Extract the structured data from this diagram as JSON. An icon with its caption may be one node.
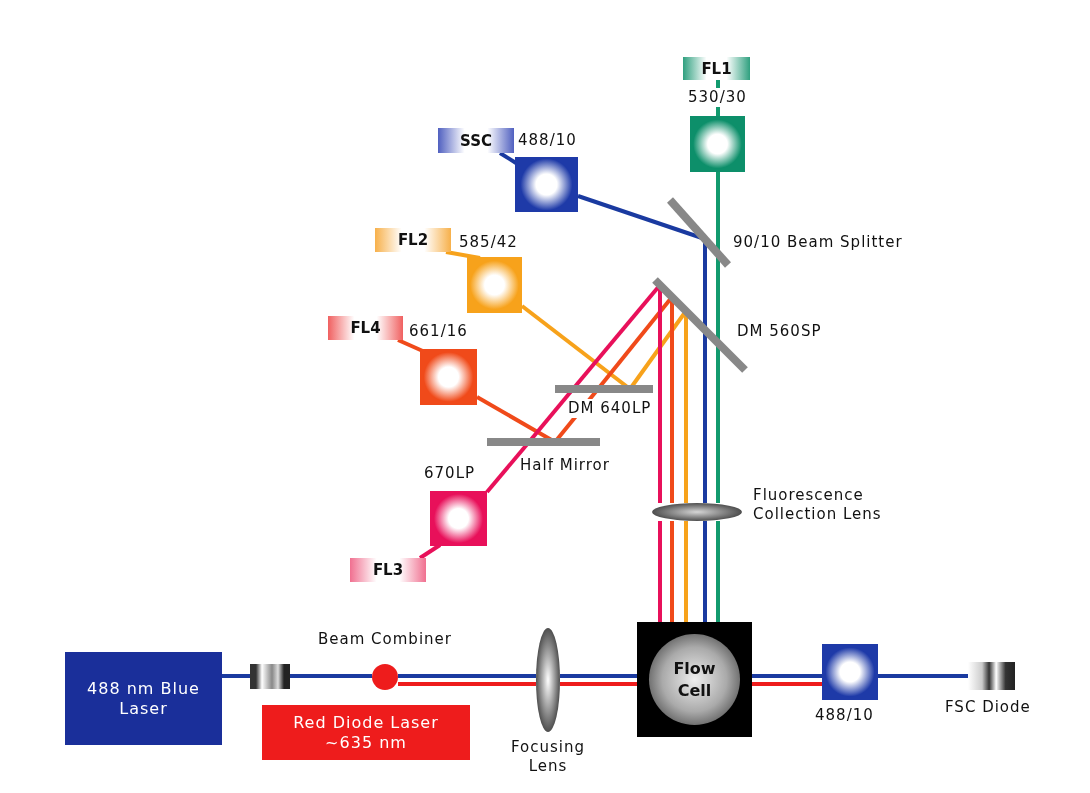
{
  "diagram": {
    "nodes": [
      {
        "text": [
          "488 nm Blue Laser"
        ]
      },
      {
        "text": [],
        "shape": "cylinder"
      },
      {
        "text": [
          "Beam Combiner"
        ]
      },
      {
        "text": [
          "Red Diode Laser ~635 nm"
        ]
      },
      {
        "text": [
          "Focusing Lens"
        ]
      },
      {
        "text": [
          "Flow Cell"
        ]
      },
      {
        "text": [
          "488/10"
        ]
      },
      {
        "text": [
          "FSC Diode"
        ]
      },
      {
        "text": [
          "Fluorescence Collection Lens"
        ]
      },
      {
        "text": [
          "DM 560SP"
        ]
      },
      {
        "text": [
          "90/10 Beam Splitter"
        ]
      },
      {
        "text": [
          "530/30"
        ]
      },
      {
        "text": [
          "FL1"
        ]
      },
      {
        "text": [
          "488/10"
        ]
      },
      {
        "text": [
          "SSC"
        ]
      },
      {
        "text": [
          "DM 640LP"
        ]
      },
      {
        "text": [
          "585/42"
        ]
      },
      {
        "text": [
          "FL2"
        ]
      },
      {
        "text": [
          "Half Mirror"
        ]
      },
      {
        "text": [
          "661/16"
        ]
      },
      {
        "text": [
          "FL4"
        ]
      },
      {
        "text": [
          "670LP"
        ]
      },
      {
        "text": [
          "FL3"
        ]
      }
    ],
    "edges": [
      {
        "from": 0,
        "to": 1,
        "arrow": "none"
      },
      {
        "from": 1,
        "to": 2,
        "arrow": "none"
      },
      {
        "from": 2,
        "to": 4,
        "arrow": "none"
      },
      {
        "from": 4,
        "to": 5,
        "arrow": "none"
      },
      {
        "from": 5,
        "to": 6,
        "arrow": "none"
      },
      {
        "from": 6,
        "to": 7,
        "arrow": "none"
      },
      {
        "from": 5,
        "to": 8,
        "arrow": "none"
      },
      {
        "from": 8,
        "to": 9,
        "arrow": "none"
      },
      {
        "from": 9,
        "to": 10,
        "arrow": "none"
      },
      {
        "from": 10,
        "to": 13,
        "arrow": "none"
      },
      {
        "from": 13,
        "to": 14,
        "arrow": "none"
      },
      {
        "from": 2,
        "to": 4,
        "arrow": "none",
        "color": "#ee1c1c"
      },
      {
        "from": 4,
        "to": 5,
        "arrow": "none",
        "color": "#ee1c1c"
      },
      {
        "from": 5,
        "to": 6,
        "arrow": "none",
        "color": "#ee1c1c"
      },
      {
        "from": 5,
        "to": 8,
        "arrow": "none",
        "color": "#129a6e"
      },
      {
        "from": 8,
        "to": 9,
        "arrow": "none",
        "color": "#129a6e"
      },
      {
        "from": 9,
        "to": 10,
        "arrow": "none",
        "color": "#129a6e"
      },
      {
        "from": 10,
        "to": 11,
        "arrow": "none",
        "color": "#129a6e"
      },
      {
        "from": 11,
        "to": 12,
        "arrow": "none",
        "color": "#129a6e"
      },
      {
        "from": 5,
        "to": 8,
        "arrow": "none",
        "color": "#f7a21b"
      },
      {
        "from": 8,
        "to": 9,
        "arrow": "none",
        "color": "#f7a21b"
      },
      {
        "from": 9,
        "to": 15,
        "arrow": "none",
        "color": "#f7a21b"
      },
      {
        "from": 15,
        "to": 16,
        "arrow": "none",
        "color": "#f7a21b"
      },
      {
        "from": 16,
        "to": 17,
        "arrow": "none",
        "color": "#f7a21b"
      },
      {
        "from": 5,
        "to": 8,
        "arrow": "none",
        "color": "#f04a1a"
      },
      {
        "from": 8,
        "to": 9,
        "arrow": "none",
        "color": "#f04a1a"
      },
      {
        "from": 9,
        "to": 15,
        "arrow": "none",
        "color": "#f04a1a"
      },
      {
        "from": 15,
        "to": 18,
        "arrow": "none",
        "color": "#f04a1a"
      },
      {
        "from": 18,
        "to": 19,
        "arrow": "none",
        "color": "#f04a1a"
      },
      {
        "from": 19,
        "to": 20,
        "arrow": "none",
        "color": "#f04a1a"
      },
      {
        "from": 5,
        "to": 8,
        "arrow": "none",
        "color": "#e8105a"
      },
      {
        "from": 8,
        "to": 9,
        "arrow": "none",
        "color": "#e8105a"
      },
      {
        "from": 9,
        "to": 15,
        "arrow": "none",
        "color": "#e8105a"
      },
      {
        "from": 15,
        "to": 18,
        "arrow": "none",
        "color": "#e8105a"
      },
      {
        "from": 18,
        "to": 21,
        "arrow": "none",
        "color": "#e8105a"
      },
      {
        "from": 21,
        "to": 22,
        "arrow": "none",
        "color": "#e8105a"
      }
    ]
  }
}
